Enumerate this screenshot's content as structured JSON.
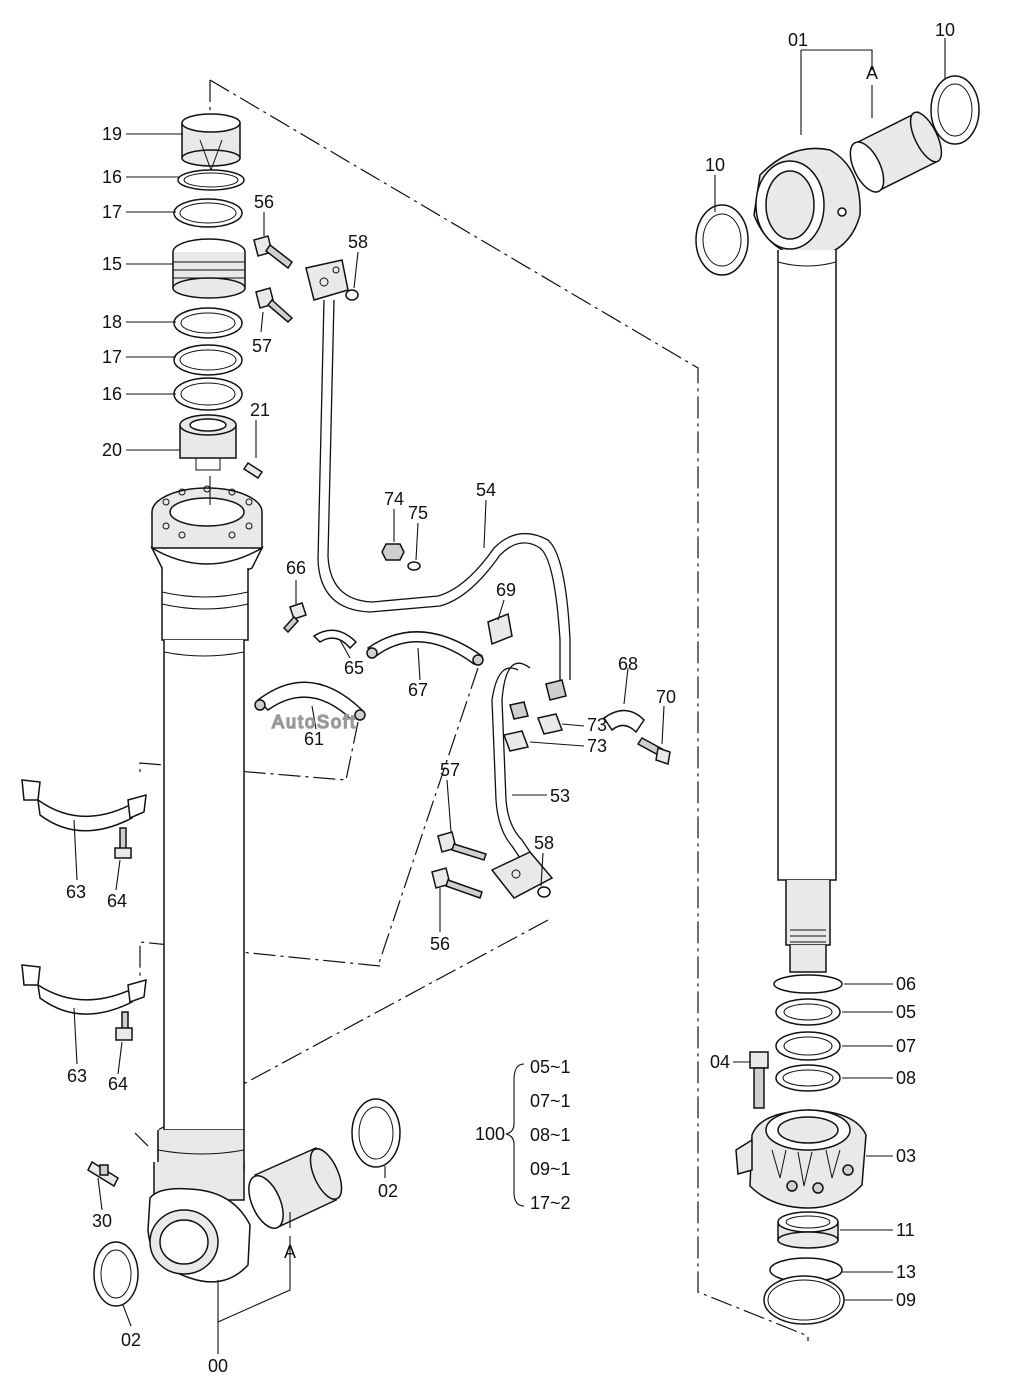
{
  "watermark": "AutoSoft",
  "assembly_label": "100",
  "kit_items": [
    {
      "label": "05~1"
    },
    {
      "label": "07~1"
    },
    {
      "label": "08~1"
    },
    {
      "label": "09~1"
    },
    {
      "label": "17~2"
    }
  ],
  "callouts": {
    "c01": "01",
    "c10a": "10",
    "c10b": "10",
    "cA1": "A",
    "c19": "19",
    "c16a": "16",
    "c17a": "17",
    "c15": "15",
    "c18": "18",
    "c17b": "17",
    "c16b": "16",
    "c20": "20",
    "c21": "21",
    "c56a": "56",
    "c57a": "57",
    "c58a": "58",
    "c74": "74",
    "c75": "75",
    "c54": "54",
    "c66": "66",
    "c69": "69",
    "c65": "65",
    "c67": "67",
    "c61": "61",
    "c68": "68",
    "c70": "70",
    "c73a": "73",
    "c73b": "73",
    "c57b": "57",
    "c53": "53",
    "c58b": "58",
    "c56b": "56",
    "c63a": "63",
    "c64a": "64",
    "c63b": "63",
    "c64b": "64",
    "c06": "06",
    "c05": "05",
    "c07": "07",
    "c08": "08",
    "c04": "04",
    "c03": "03",
    "c11": "11",
    "c13": "13",
    "c09": "09",
    "c02a": "02",
    "c02b": "02",
    "c30": "30",
    "cA2": "A",
    "c00": "00"
  }
}
